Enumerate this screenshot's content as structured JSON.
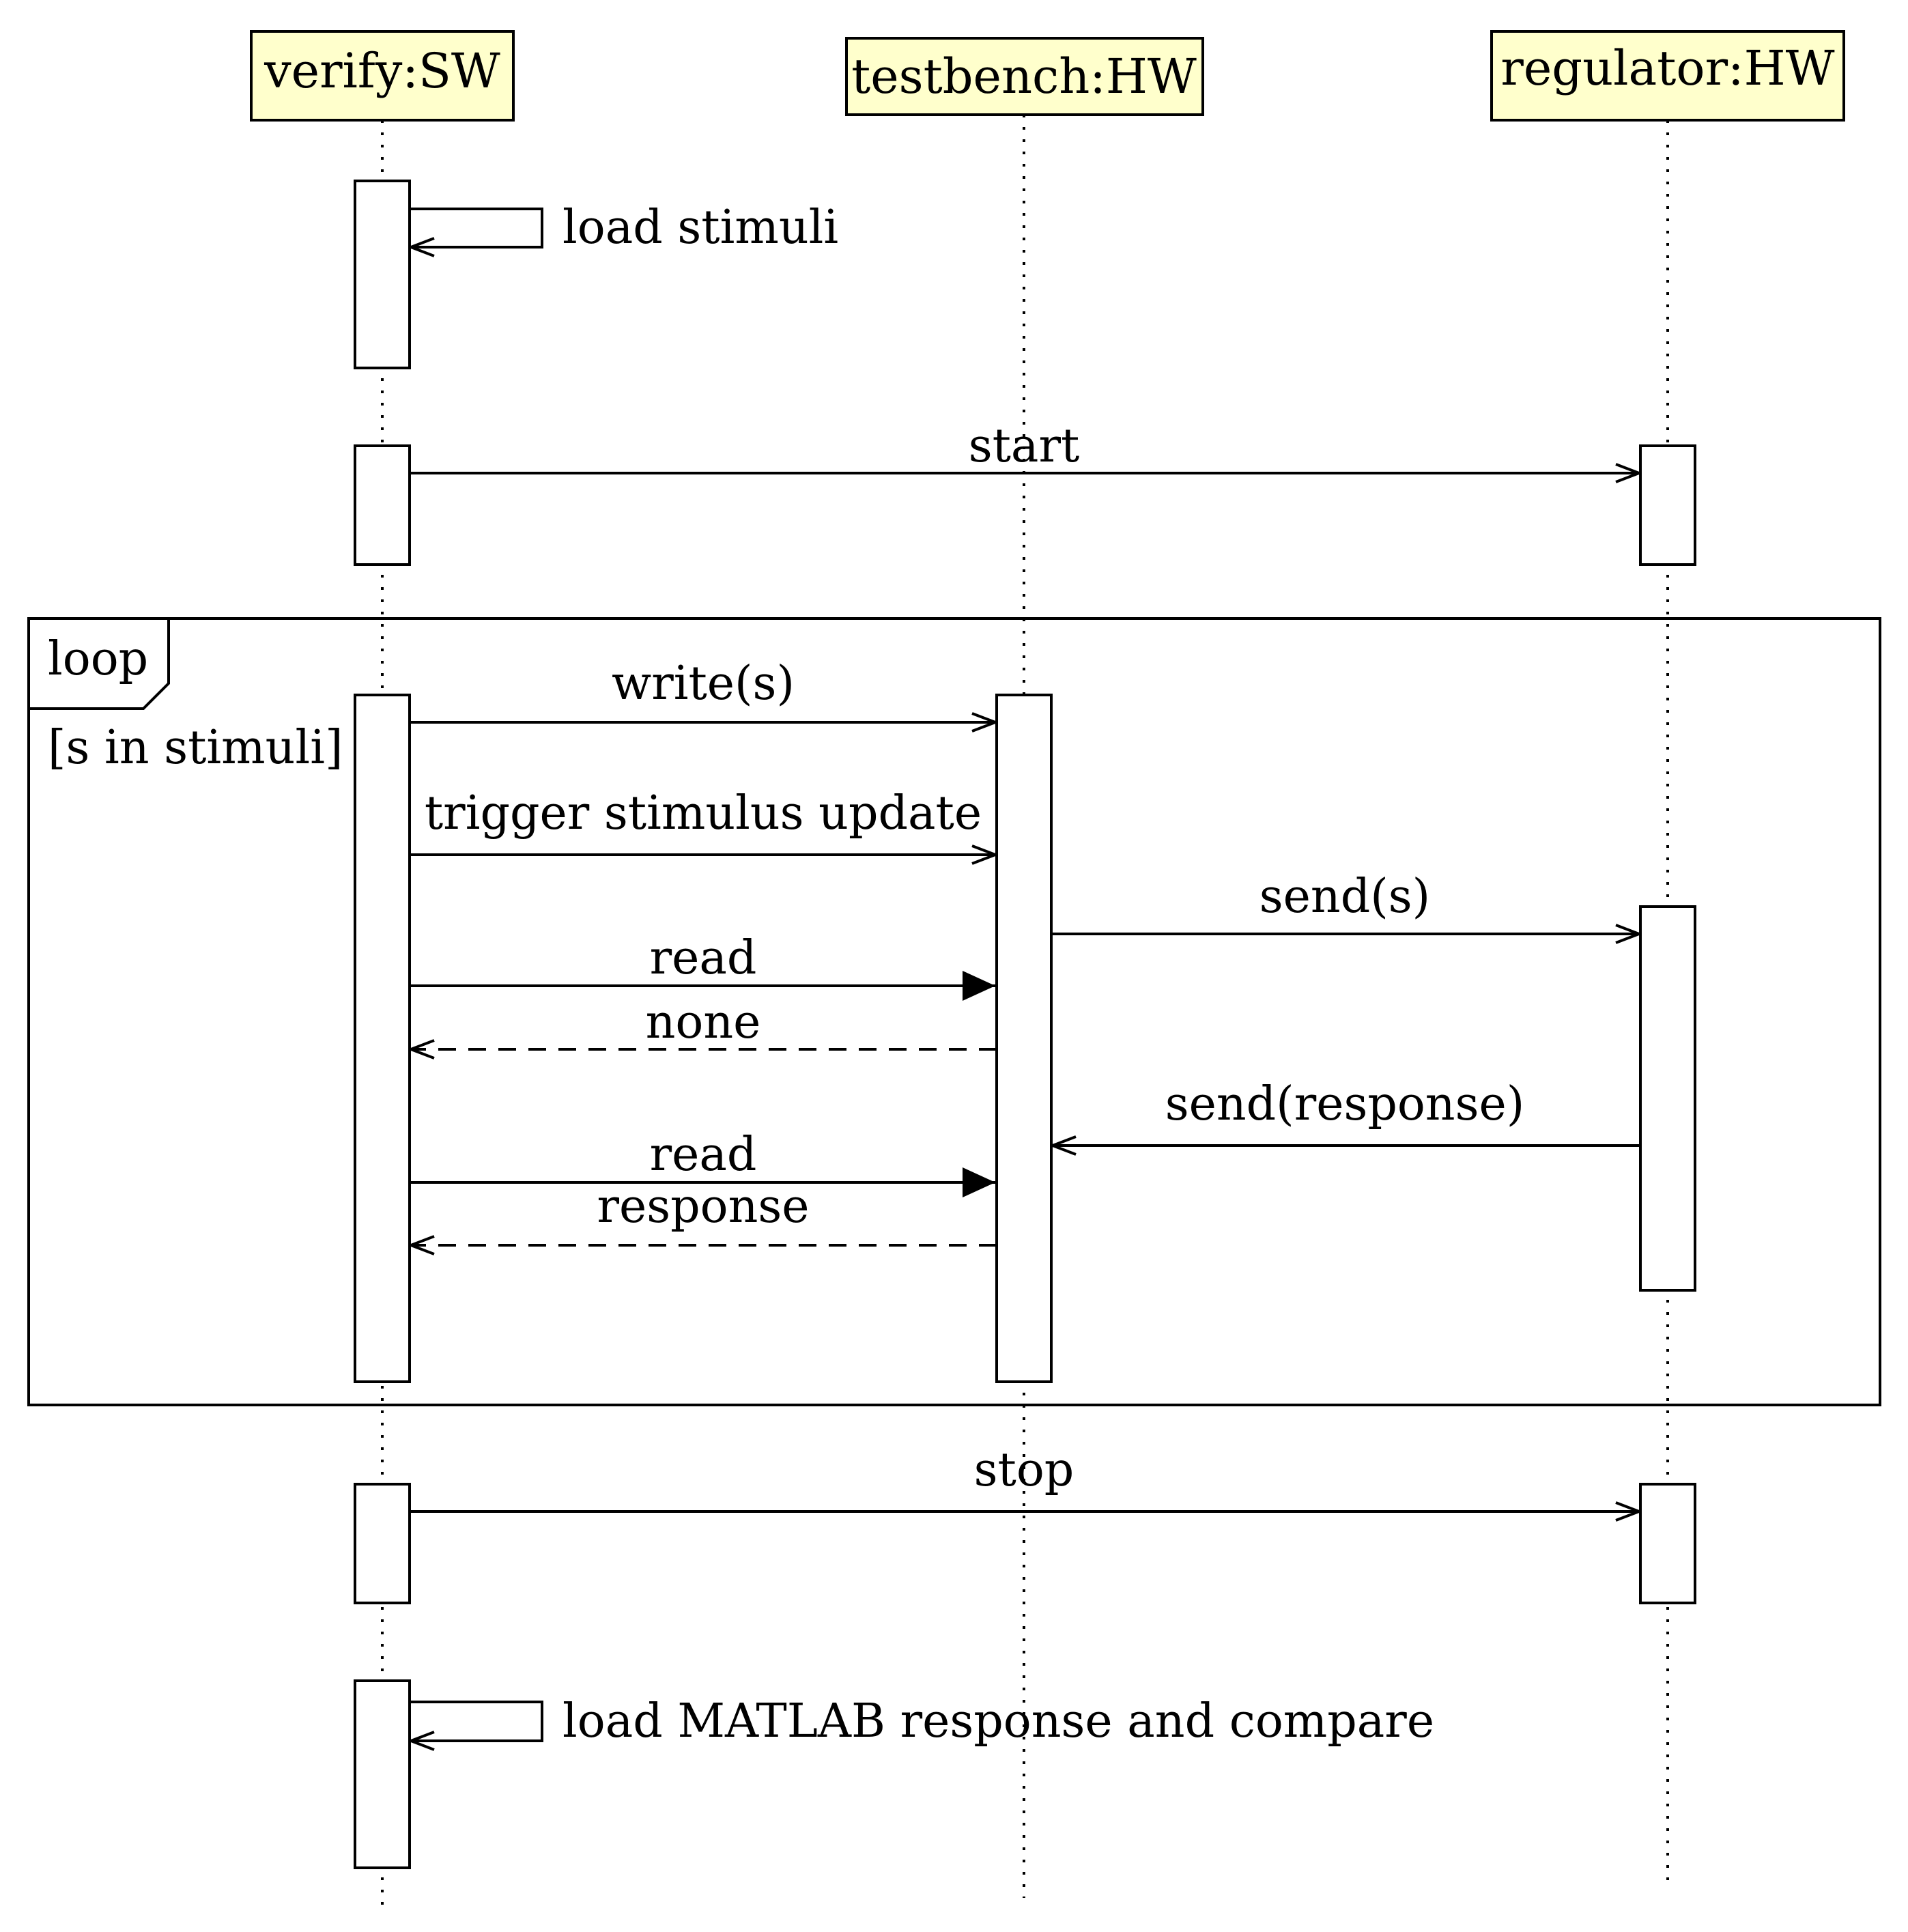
{
  "lifelines": [
    {
      "id": "verify",
      "label": "verify:SW"
    },
    {
      "id": "testbench",
      "label": "testbench:HW"
    },
    {
      "id": "regulator",
      "label": "regulator:HW"
    }
  ],
  "colors": {
    "header_fill": "#ffffcc",
    "stroke": "#000000",
    "background": "#ffffff"
  },
  "loop_frame": {
    "operator": "loop",
    "guard": "[s in stimuli]"
  },
  "messages": [
    {
      "id": "load-stimuli",
      "label": "load stimuli",
      "from": "verify",
      "to": "verify",
      "kind": "self"
    },
    {
      "id": "start",
      "label": "start",
      "from": "verify",
      "to": "regulator",
      "kind": "async"
    },
    {
      "id": "write",
      "label": "write(s)",
      "from": "verify",
      "to": "testbench",
      "kind": "async"
    },
    {
      "id": "trigger",
      "label": "trigger stimulus update",
      "from": "verify",
      "to": "testbench",
      "kind": "async"
    },
    {
      "id": "send-s",
      "label": "send(s)",
      "from": "testbench",
      "to": "regulator",
      "kind": "async"
    },
    {
      "id": "read-1",
      "label": "read",
      "from": "verify",
      "to": "testbench",
      "kind": "sync"
    },
    {
      "id": "none",
      "label": "none",
      "from": "testbench",
      "to": "verify",
      "kind": "return"
    },
    {
      "id": "send-response",
      "label": "send(response)",
      "from": "regulator",
      "to": "testbench",
      "kind": "async"
    },
    {
      "id": "read-2",
      "label": "read",
      "from": "verify",
      "to": "testbench",
      "kind": "sync"
    },
    {
      "id": "response",
      "label": "response",
      "from": "testbench",
      "to": "verify",
      "kind": "return"
    },
    {
      "id": "stop",
      "label": "stop",
      "from": "verify",
      "to": "regulator",
      "kind": "async"
    },
    {
      "id": "load-matlab",
      "label": "load MATLAB response and compare",
      "from": "verify",
      "to": "verify",
      "kind": "self"
    }
  ]
}
